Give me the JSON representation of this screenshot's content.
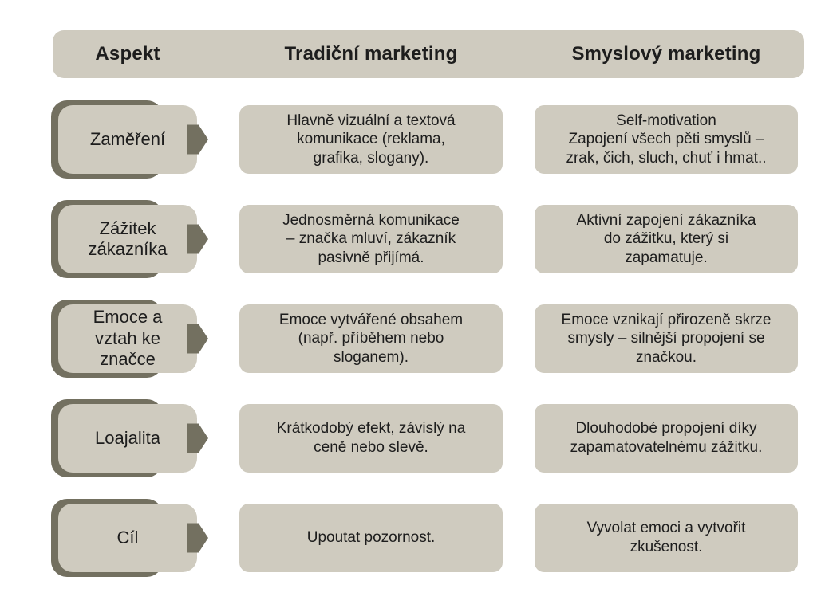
{
  "colors": {
    "background": "#ffffff",
    "box_fill": "#cfcbbf",
    "accent_dark": "#737060",
    "text": "#1d1d1d"
  },
  "header": {
    "aspect": "Aspekt",
    "traditional": "Tradiční marketing",
    "sensory": "Smyslový marketing"
  },
  "rows": [
    {
      "aspect": "Zaměření",
      "traditional": "Hlavně vizuální a textová\nkomunikace (reklama,\ngrafika, slogany).",
      "sensory": "Self-motivation\nZapojení všech pěti smyslů –\nzrak, čich, sluch, chuť i hmat.."
    },
    {
      "aspect": "Zážitek\nzákazníka",
      "traditional": "Jednosměrná komunikace\n– značka mluví, zákazník\npasivně přijímá.",
      "sensory": "Aktivní zapojení zákazníka\ndo zážitku, který si\nzapamatuje."
    },
    {
      "aspect": "Emoce a\nvztah ke\nznačce",
      "traditional": "Emoce vytvářené obsahem\n(např. příběhem nebo\nsloganem).",
      "sensory": "Emoce vznikají přirozeně skrze\nsmysly – silnější propojení se\nznačkou."
    },
    {
      "aspect": "Loajalita",
      "traditional": "Krátkodobý efekt, závislý na\nceně nebo slevě.",
      "sensory": "Dlouhodobé propojení díky\nzapamatovatelnému zážitku."
    },
    {
      "aspect": "Cíl",
      "traditional": "Upoutat pozornost.",
      "sensory": "Vyvolat emoci a vytvořit\nzkušenost."
    }
  ]
}
